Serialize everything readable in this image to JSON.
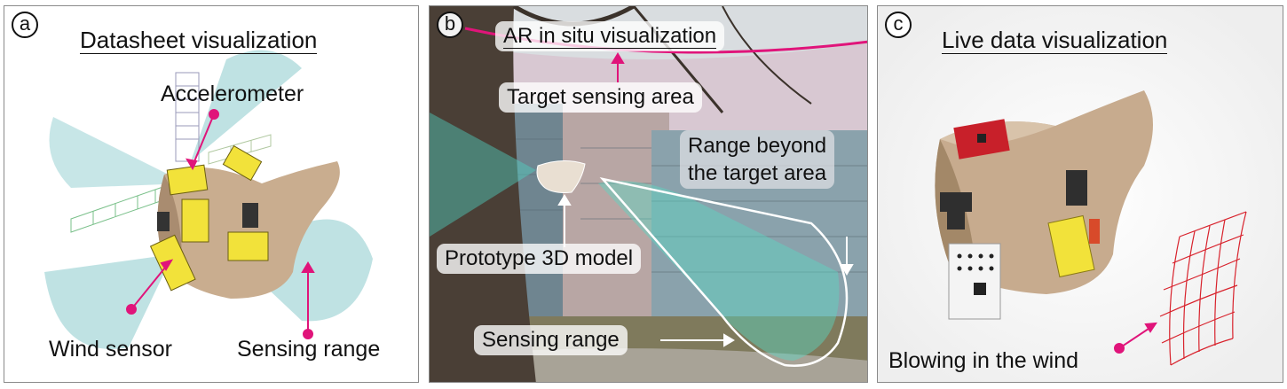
{
  "panel_a": {
    "badge": "a",
    "title": "Datasheet visualization",
    "labels": {
      "accelerometer": "Accelerometer",
      "wind_sensor": "Wind sensor",
      "sensing_range": "Sensing range"
    }
  },
  "panel_b": {
    "badge": "b",
    "title": "AR in situ visualization",
    "labels": {
      "target_sensing_area": "Target sensing area",
      "range_beyond_line1": "Range beyond",
      "range_beyond_line2": "the target area",
      "prototype_model": "Prototype 3D model",
      "sensing_range": "Sensing range"
    }
  },
  "panel_c": {
    "badge": "c",
    "title": "Live data visualization",
    "labels": {
      "blowing": "Blowing in the wind"
    }
  },
  "colors": {
    "accent_magenta": "#e0147a",
    "sensing_cone_teal": "#9fd4d6",
    "wood": "#c7ab8e",
    "sensor_yellow": "#f2e23a",
    "sensor_red": "#c8202a",
    "wind_mesh": "#d8222c"
  }
}
